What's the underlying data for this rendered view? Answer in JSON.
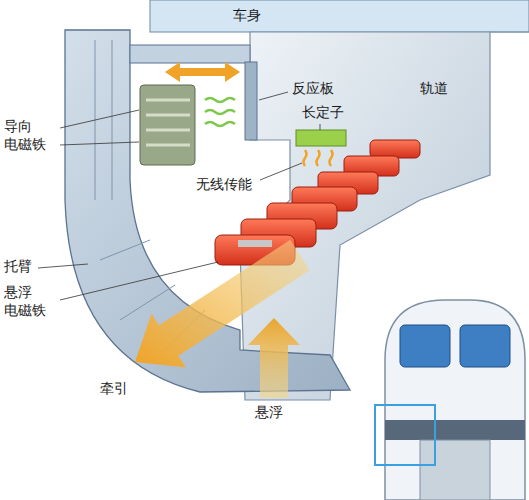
{
  "diagram": {
    "labels": [
      "车身",
      "反应板",
      "轨道",
      "长定子",
      "导向 电磁铁",
      "无线传能",
      "托臂",
      "悬浮 电磁铁",
      "牵引",
      "悬浮"
    ]
  }
}
